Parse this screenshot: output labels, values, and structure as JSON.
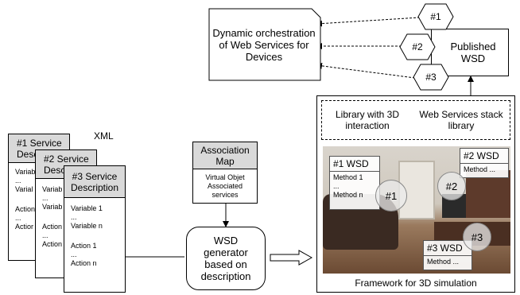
{
  "top": {
    "dynamic_orchestration": "Dynamic orchestration of Web Services for Devices",
    "published_wsd": "Published WSD",
    "hex1": "#1",
    "hex2": "#2",
    "hex3": "#3"
  },
  "xml_label": "XML",
  "service_descriptions": [
    {
      "title": "#1 Service Descri",
      "lines": [
        "Variab",
        "...",
        "Varial",
        "",
        "Action",
        "...",
        "Actior"
      ]
    },
    {
      "title": "#2 Service Descri",
      "lines": [
        "Variab",
        "...",
        "Variab",
        "",
        "Action",
        "...",
        "Action"
      ]
    },
    {
      "title": "#3 Service Description",
      "lines": [
        "Variable 1",
        "...",
        "Variable n",
        "",
        "Action 1",
        "...",
        "Action n"
      ]
    }
  ],
  "association_map": {
    "title": "Association Map",
    "body": "Virtual Objet Associated services"
  },
  "wsd_generator": "WSD generator based on description",
  "framework": {
    "library_3d": "Library with 3D interaction",
    "web_services_stack": "Web Services stack library",
    "caption": "Framework for 3D simulation",
    "wsd1_title": "#1 WSD",
    "wsd1_lines": [
      "Method 1",
      "...",
      "Method n"
    ],
    "wsd2_title": "#2 WSD",
    "wsd2_line": "Method ...",
    "wsd3_title": "#3 WSD",
    "wsd3_line": "Method ...",
    "circle1": "#1",
    "circle2": "#2",
    "circle3": "#3"
  }
}
